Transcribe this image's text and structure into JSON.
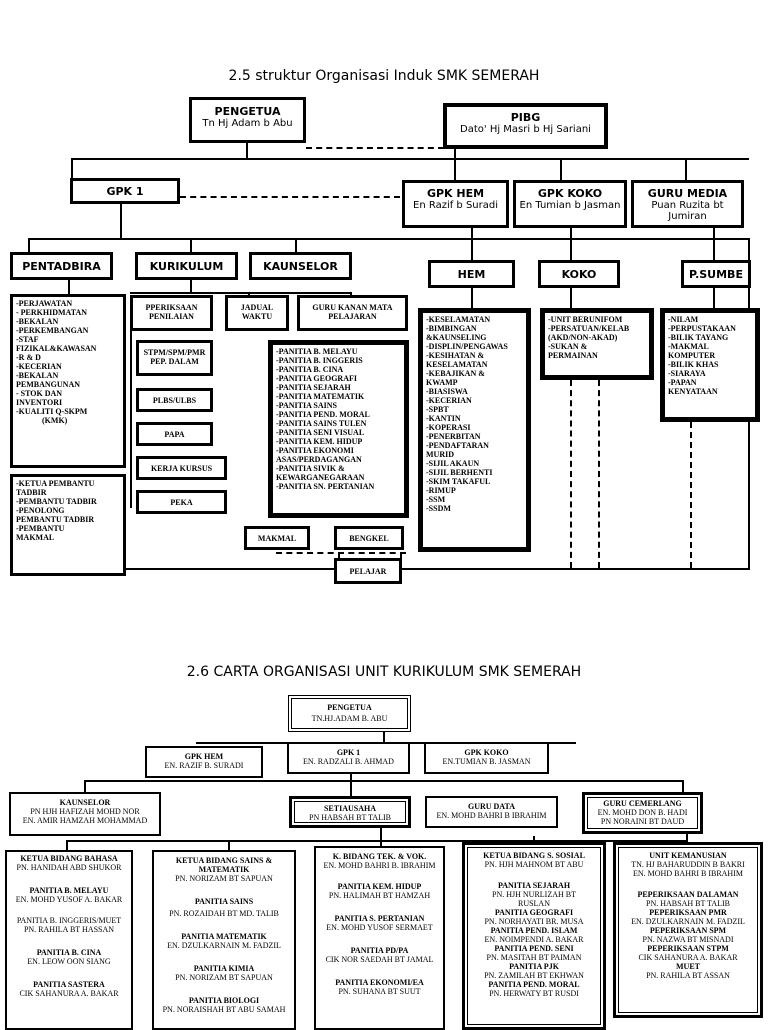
{
  "section1": {
    "title": "2.5  struktur  Organisasi Induk SMK SEMERAH",
    "pengetua": {
      "role": "PENGETUA",
      "name": "Tn Hj Adam b Abu"
    },
    "pibg": {
      "role": "PIBG",
      "name": "Dato' Hj Masri b Hj Sariani"
    },
    "gpk1": "GPK 1",
    "gpk_hem": {
      "role": "GPK HEM",
      "name": "En Razif b Suradi"
    },
    "gpk_koko": {
      "role": "GPK KOKO",
      "name": "En Tumian b Jasman"
    },
    "guru_media": {
      "role": "GURU MEDIA",
      "name": "Puan Ruzita bt Jumiran"
    },
    "pentadbiran": "PENTADBIRA",
    "kurikulum": "KURIKULUM",
    "kaunselor": "KAUNSELOR",
    "hem": "HEM",
    "koko": "KOKO",
    "psumber": "P.SUMBE",
    "pentadbiran_list": [
      "-PERJAWATAN",
      "- PERKHIDMATAN",
      "-BEKALAN",
      "-PERKEMBANGAN",
      "-STAF",
      "FIZIKAL&KAWASAN",
      "-R & D",
      "-KECERIAN",
      "-BEKALAN",
      "PEMBANGUNAN",
      "- STOK DAN",
      "INVENTORI",
      "-KUALITI Q-SKPM",
      "             (KMK)"
    ],
    "pentadbiran_staff": [
      "-KETUA PEMBANTU",
      "TADBIR",
      "-PEMBANTU TADBIR",
      "-PENOLONG",
      "PEMBANTU TADBIR",
      "-PEMBANTU",
      "MAKMAL"
    ],
    "peperiksaan": "PPERIKSAAN PENILAIAN",
    "stpm": "STPM/SPM/PMR PEP. DALAM",
    "plbs": "PLBS/ULBS",
    "papa": "PAPA",
    "kerja_kursus": "KERJA KURSUS",
    "peka": "PEKA",
    "jadual": "JADUAL WAKTU",
    "guru_kanan": "GURU KANAN MATA PELAJARAN",
    "panitia_list": [
      "-PANITIA B. MELAYU",
      "-PANITIA B. INGGERIS",
      "-PANITIA B. CINA",
      "-PANITIA GEOGRAFI",
      "-PANITIA SEJARAH",
      "-PANITIA MATEMATIK",
      "-PANITIA SAINS",
      "-PANITIA PEND. MORAL",
      "-PANITIA SAINS TULEN",
      "-PANITIA SENI VISUAL",
      "-PANITIA KEM. HIDUP",
      "-PANITIA EKONOMI",
      "ASAS/PERDAGANGAN",
      "-PANITIA SIVIK &",
      "KEWARGANEGARAAN",
      "-PANITIA SN. PERTANIAN"
    ],
    "makmal": "MAKMAL",
    "bengkel": "BENGKEL",
    "pelajar": "PELAJAR",
    "hem_list": [
      "-KESELAMATAN",
      "-BIMBINGAN",
      "&KAUNSELING",
      "-DISPLIN/PENGAWAS",
      "-KESIHATAN &",
      "KESELAMATAN",
      "-KEBAJIKAN &",
      "KWAMP",
      "-BIASISWA",
      "-KECERIAN",
      "-SPBT",
      "-KANTIN",
      "-KOPERASI",
      "-PENERBITAN",
      "-PENDAFTARAN",
      "MURID",
      "-SIJIL AKAUN",
      "-SIJIL BERHENTI",
      "-SKIM TAKAFUL",
      "-RIMUP",
      "-SSM",
      "-SSDM"
    ],
    "koko_list": [
      "-UNIT BERUNIFOM",
      "-PERSATUAN/KELAB",
      "(AKD/NON-AKAD)",
      "-SUKAN &",
      "PERMAINAN"
    ],
    "psumber_list": [
      "-NILAM",
      "-PERPUSTAKAAN",
      "-BILIK TAYANG",
      "-MAKMAL",
      "KOMPUTER",
      "-BILIK KHAS",
      "-SIARAYA",
      "-PAPAN",
      "KENYATAAN"
    ]
  },
  "section2": {
    "title": "2.6 CARTA ORGANISASI UNIT KURIKULUM SMK SEMERAH",
    "pengetua": {
      "role": "PENGETUA",
      "name": "TN.HJ.ADAM B.  ABU"
    },
    "gpk_hem": {
      "role": "GPK HEM",
      "name": "EN. RAZIF B. SURADI"
    },
    "gpk1": {
      "role": "GPK 1",
      "name": "EN. RADZALI B. AHMAD"
    },
    "gpk_koko": {
      "role": "GPK KOKO",
      "name": "EN.TUMIAN B. JASMAN"
    },
    "kaunselor": {
      "role": "KAUNSELOR",
      "names": [
        "PN HJH HAFIZAH MOHD NOR",
        "EN. AMIR HAMZAH MOHAMMAD"
      ]
    },
    "setiausaha": {
      "role": "SETIAUSAHA",
      "name": "PN HABSAH BT TALIB"
    },
    "guru_data": {
      "role": "GURU DATA",
      "name": "EN. MOHD BAHRI B IBRAHIM"
    },
    "guru_cemerlang": {
      "role": "GURU CEMERLANG",
      "names": [
        "EN. MOHD DON B. HADI",
        "PN NORAINI BT DAUD"
      ]
    },
    "col_bahasa": [
      {
        "h": "KETUA BIDANG BAHASA",
        "n": "PN. HANIDAH ABD SHUKOR"
      },
      {
        "h": "PANITIA B.  MELAYU",
        "n": "EN. MOHD YUSOF A. BAKAR"
      },
      {
        "h": "",
        "n": "PANITIA B. INGGERIS/MUET"
      },
      {
        "h": "",
        "n": "PN. RAHILA BT HASSAN"
      },
      {
        "h": "PANITIA B. CINA",
        "n": "EN. LEOW OON SIANG"
      },
      {
        "h": "PANITIA SASTERA",
        "n": "CIK SAHANURA A. BAKAR"
      }
    ],
    "col_sains": [
      {
        "h": "KETUA BIDANG SAINS & MATEMATIK",
        "n": "PN. NORIZAM BT SAPUAN"
      },
      {
        "h": "PANITIA SAINS",
        "n": "PN. ROZAIDAH BT MD. TALIB"
      },
      {
        "h": "PANITIA MATEMATIK",
        "n": "EN. DZULKARNAIN M. FADZIL"
      },
      {
        "h": "PANITIA KIMIA",
        "n": "PN. NORIZAM BT SAPUAN"
      },
      {
        "h": "PANITIA BIOLOGI",
        "n": "PN. NORAISHAH BT ABU SAMAH"
      }
    ],
    "col_tek": [
      {
        "h": "K. BIDANG TEK. & VOK.",
        "n": "EN. MOHD BAHRI B. IBRAHIM"
      },
      {
        "h": "PANITIA KEM. HIDUP",
        "n": "PN. HALIMAH BT HAMZAH"
      },
      {
        "h": "PANITIA S. PERTANIAN",
        "n": "EN. MOHD YUSOF SERMAET"
      },
      {
        "h": "PANITIA PD/PA",
        "n": "CIK NOR SAEDAH BT JAMAL"
      },
      {
        "h": "PANITIA EKONOMI/EA",
        "n": "PN. SUHANA BT SUUT"
      }
    ],
    "col_sosial": [
      {
        "h": "KETUA BIDANG S. SOSIAL",
        "n": "PN. HJH MAHNOM BT ABU"
      },
      {
        "h": "PANITIA SEJARAH",
        "n": "PN. HJH NURLIZAH BT RUSLAN"
      },
      {
        "h": "PANITIA GEOGRAFI",
        "n": "PN. NORHAYATI BR. MUSA"
      },
      {
        "h": "PANITIA PEND. ISLAM",
        "n": "EN. NOIMPENDI A. BAKAR"
      },
      {
        "h": "PANITIA PEND. SENI",
        "n": "PN. MASITAH BT PAIMAN"
      },
      {
        "h": "PANITIA PJK",
        "n": "PN. ZAMILAH BT EKHWAN"
      },
      {
        "h": "PANITIA PEND. MORAL",
        "n": "PN. HERWATY BT RUSDI"
      }
    ],
    "col_kemanusian": [
      {
        "h": "UNIT KEMANUSIAN",
        "n": "TN. HJ BAHARUDDIN B BAKRI"
      },
      {
        "h": "",
        "n": "EN. MOHD BAHRI B IBRAHIM"
      },
      {
        "h": "PEPERIKSAAN DALAMAN",
        "n": "PN. HABSAH BT TALIB"
      },
      {
        "h": "PEPERIKSAAN PMR",
        "n": "EN. DZULKARNAIN M. FADZIL"
      },
      {
        "h": "PEPERIKSAAN SPM",
        "n": "PN. NAZWA BT MISNADI"
      },
      {
        "h": "PEPERIKSAAN STPM",
        "n": "CIK SAHANURA A. BAKAR"
      },
      {
        "h": "MUET",
        "n": "PN. RAHILA BT ASSAN"
      }
    ]
  }
}
